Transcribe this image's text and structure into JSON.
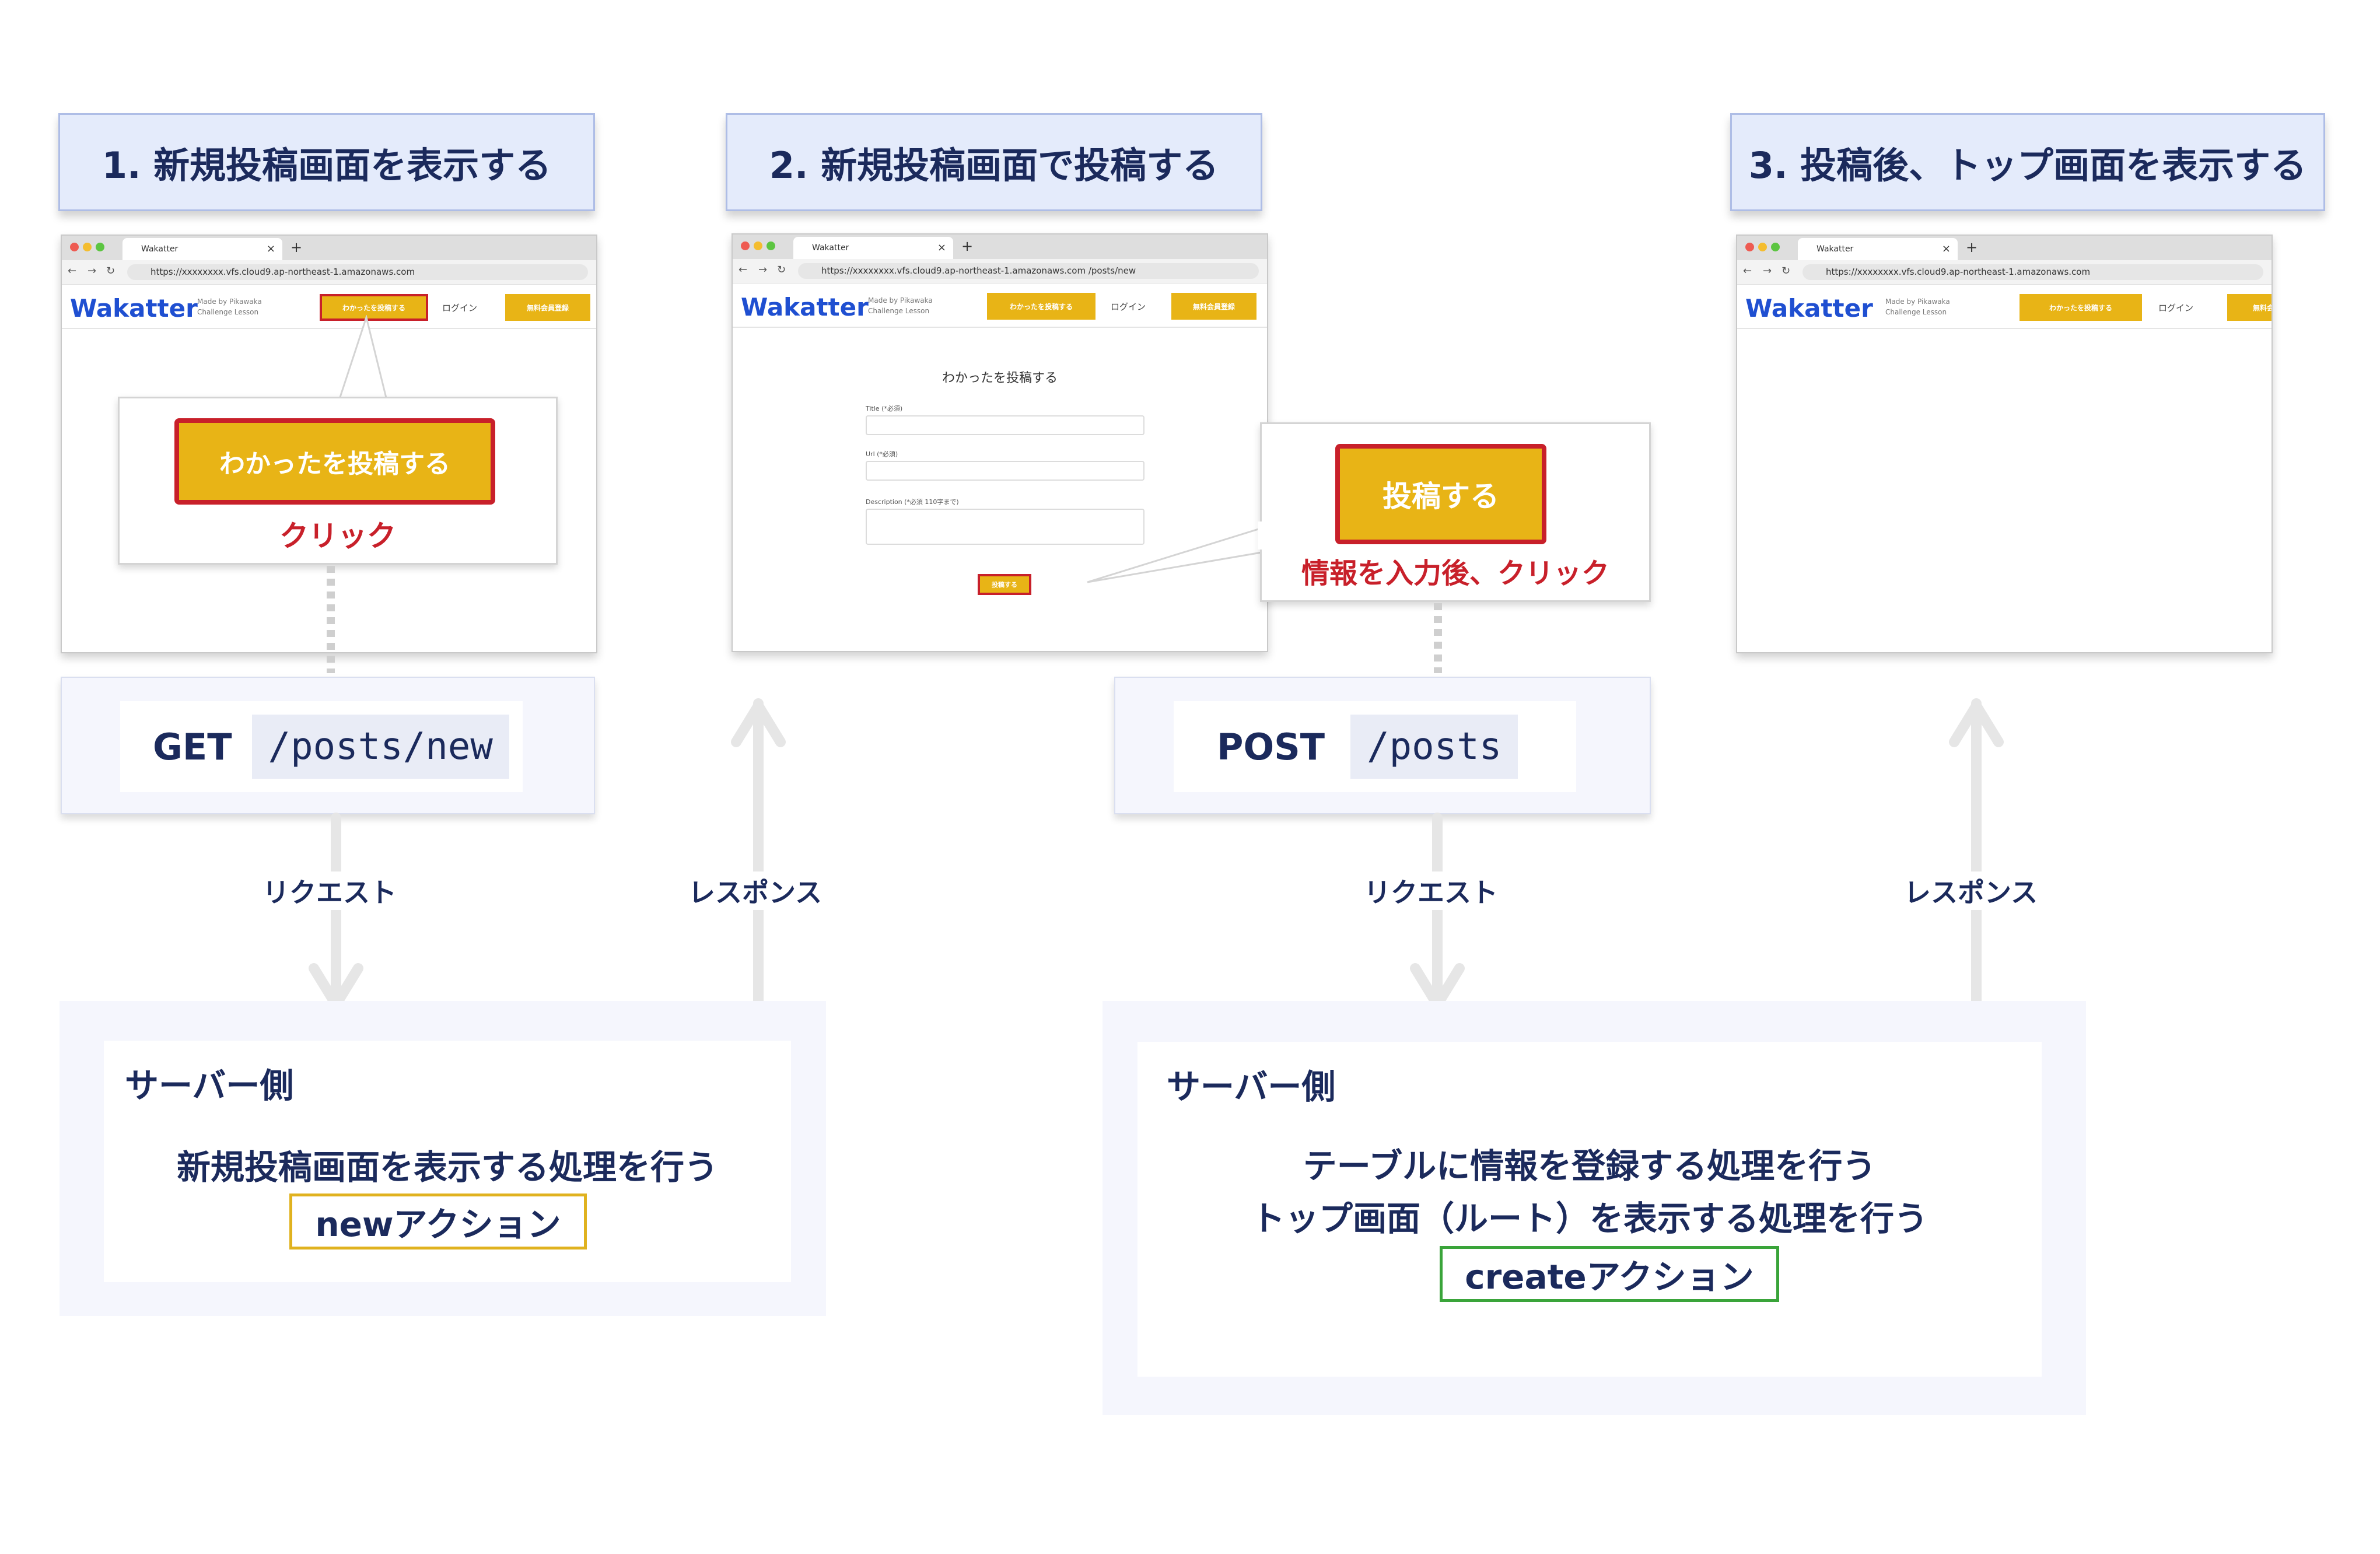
{
  "steps": [
    {
      "title": "1. 新規投稿画面を表示する"
    },
    {
      "title": "2. 新規投稿画面で投稿する"
    },
    {
      "title": "3. 投稿後、トップ画面を表示する"
    }
  ],
  "browser": {
    "tab_title": "Wakatter",
    "url_home": "https://xxxxxxxx.vfs.cloud9.ap-northeast-1.amazonaws.com",
    "url_new": "https://xxxxxxxx.vfs.cloud9.ap-northeast-1.amazonaws.com /posts/new",
    "logo": "Wakatter",
    "logo_sub_1": "Made by Pikawaka",
    "logo_sub_2": "Challenge Lesson",
    "post_button": "わかったを投稿する",
    "login": "ログイン",
    "signup": "無料会員登録",
    "form_title": "わかったを投稿する",
    "field_title": "Title (*必須)",
    "field_url": "Url (*必須)",
    "field_desc": "Description (*必須 110字まで)",
    "submit": "投稿する"
  },
  "callouts": {
    "step1_button": "わかったを投稿する",
    "step1_caption": "クリック",
    "step2_button": "投稿する",
    "step2_caption": "情報を入力後、クリック"
  },
  "requests": [
    {
      "method": "GET",
      "path": "/posts/new"
    },
    {
      "method": "POST",
      "path": "/posts"
    }
  ],
  "labels": {
    "request": "リクエスト",
    "response": "レスポンス"
  },
  "servers": [
    {
      "title": "サーバー側",
      "lines": [
        "新規投稿画面を表示する処理を行う"
      ],
      "action": "newアクション",
      "action_color": "#e0b21f"
    },
    {
      "title": "サーバー側",
      "lines": [
        "テーブルに情報を登録する処理を行う",
        "トップ画面（ルート）を表示する処理を行う"
      ],
      "action": "createアクション",
      "action_color": "#3aa43a"
    }
  ],
  "colors": {
    "accent_yellow": "#e8b416",
    "highlight_red": "#c8202a",
    "navy": "#1b2a5c",
    "logo_blue": "#1f4fd1"
  }
}
